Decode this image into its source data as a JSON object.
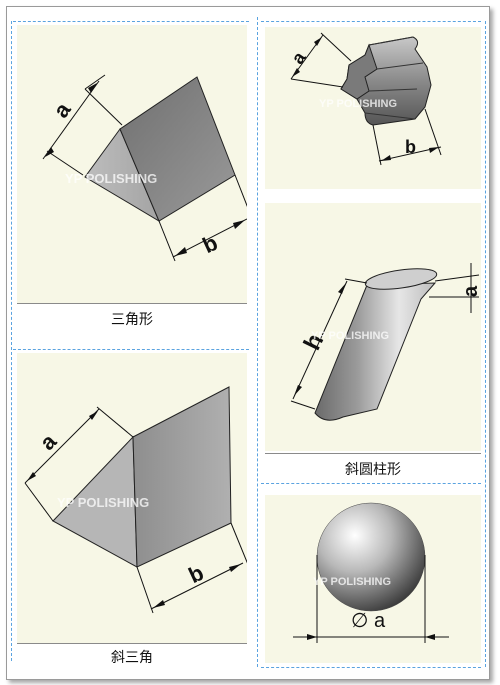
{
  "watermark": "YP  POLISHING",
  "panels": {
    "triangle": {
      "caption": "三角形",
      "label_a": "a",
      "label_b": "b"
    },
    "star": {
      "label_a": "a",
      "label_b": "b"
    },
    "cylinder": {
      "caption": "斜圆柱形",
      "label_h": "h",
      "label_a": "a"
    },
    "oblique": {
      "caption": "斜三角",
      "label_a": "a",
      "label_b": "b"
    },
    "sphere": {
      "label_diameter": "∅ a"
    }
  },
  "colors": {
    "panel_bg": "#f7f7e6",
    "dashed_border": "#5aa3e0",
    "shape_gray": "#8c8c8c"
  }
}
